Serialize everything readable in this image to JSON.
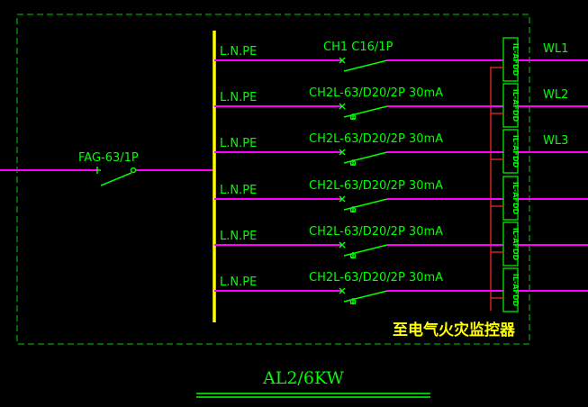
{
  "colors": {
    "background": "#000000",
    "line": "#ff00ff",
    "label": "#00ff00",
    "busbar": "#ffff00",
    "frame": "#00ff00",
    "monitor_wire": "#cc2222",
    "note": "#ffff00"
  },
  "incoming": {
    "breaker": "FAG-63/1P"
  },
  "circuits": [
    {
      "bus_label": "L.N.PE",
      "breaker": "CH1 C16/1P",
      "afdd": "IL-AFDD",
      "wl": "WL1",
      "has_rcd": false
    },
    {
      "bus_label": "L.N.PE",
      "breaker": "CH2L-63/D20/2P 30mA",
      "afdd": "IL-AFDD",
      "wl": "WL2",
      "has_rcd": true
    },
    {
      "bus_label": "L.N.PE",
      "breaker": "CH2L-63/D20/2P 30mA",
      "afdd": "IL-AFDD",
      "wl": "WL3",
      "has_rcd": true
    },
    {
      "bus_label": "L.N.PE",
      "breaker": "CH2L-63/D20/2P 30mA",
      "afdd": "IL-AFDD",
      "wl": "",
      "has_rcd": true
    },
    {
      "bus_label": "L.N.PE",
      "breaker": "CH2L-63/D20/2P 30mA",
      "afdd": "IL-AFDD",
      "wl": "",
      "has_rcd": true
    },
    {
      "bus_label": "L.N.PE",
      "breaker": "CH2L-63/D20/2P 30mA",
      "afdd": "IL-AFDD",
      "wl": "",
      "has_rcd": true
    }
  ],
  "monitor_note": "至电气火灾监控器",
  "panel_title": "AL2/6KW"
}
